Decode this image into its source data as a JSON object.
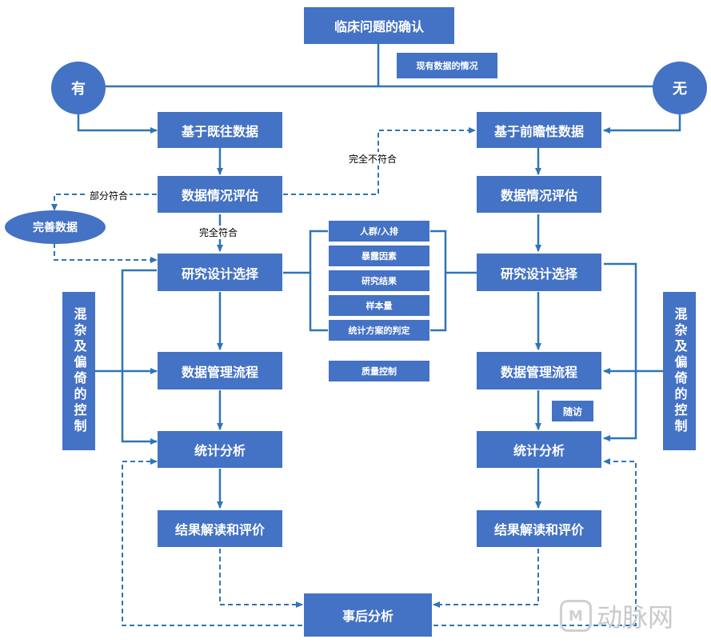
{
  "title": "临床问题的确认",
  "existing_data_label": "现有数据的情况",
  "yes_label": "有",
  "no_label": "无",
  "left": {
    "source": "基于既往数据",
    "evaluate": "数据情况评估",
    "design": "研究设计选择",
    "manage": "数据管理流程",
    "analyze": "统计分析",
    "interpret": "结果解读和评价"
  },
  "right": {
    "source": "基于前瞻性数据",
    "evaluate": "数据情况评估",
    "design": "研究设计选择",
    "manage": "数据管理流程",
    "analyze": "统计分析",
    "interpret": "结果解读和评价",
    "followup": "随访"
  },
  "improve_data": "完善数据",
  "confound_control": "混杂及偏倚的控制",
  "labels": {
    "partial": "部分符合",
    "full": "完全符合",
    "none": "完全不符合"
  },
  "design_items": [
    "人群/入排",
    "暴露因素",
    "研究结果",
    "样本量",
    "统计方案的判定"
  ],
  "quality_control": "质量控制",
  "post_hoc": "事后分析",
  "watermark": {
    "icon": "M",
    "text": "动脉网"
  },
  "colors": {
    "box": "#4472c4",
    "line": "#2e75b6"
  }
}
